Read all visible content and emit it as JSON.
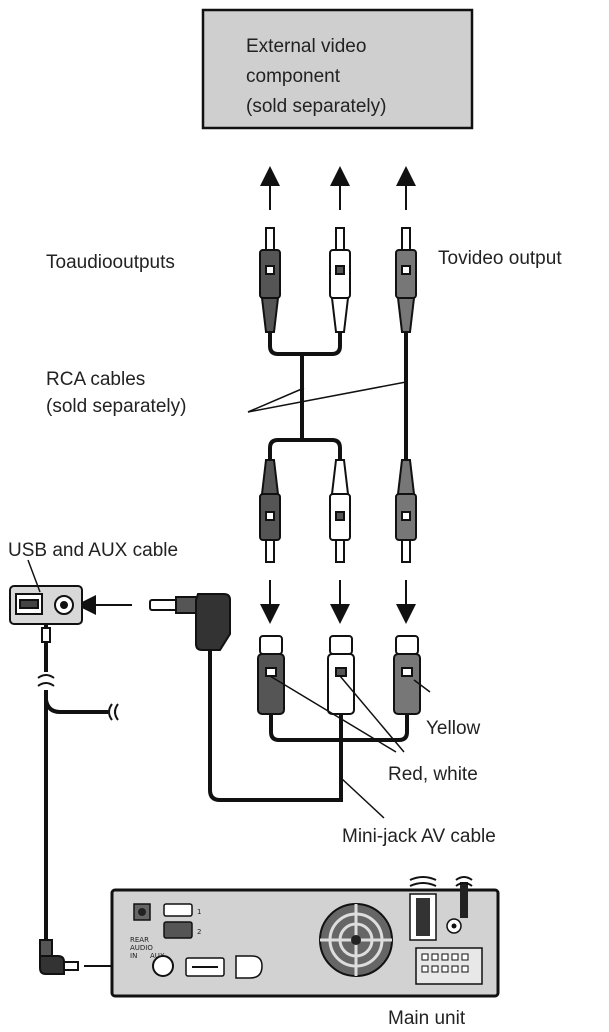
{
  "external_component": {
    "line1": "External video",
    "line2": "component",
    "line3": "(sold separately)"
  },
  "labels": {
    "to_audio_outputs": "Toaudiooutputs",
    "to_video_output": "Tovideo output",
    "rca_cables_line1": "RCA cables",
    "rca_cables_line2": "(sold separately)",
    "usb_aux_cable": "USB and AUX cable",
    "yellow": "Yellow",
    "red_white": "Red, white",
    "mini_jack_av_cable": "Mini-jack AV cable",
    "main_unit": "Main unit"
  },
  "unit_small_labels": {
    "port_1": "1",
    "port_2": "2",
    "rear_audio_line1": "REAR",
    "rear_audio_line2": "AUDIO",
    "rear_audio_line3": "IN",
    "aux_label": "AUX"
  },
  "colors": {
    "component_fill": "#cfcfcf",
    "plug_dark": "#555555",
    "plug_white": "#ffffff",
    "cable": "#111111",
    "unit_fill": "#d2d2d2"
  }
}
